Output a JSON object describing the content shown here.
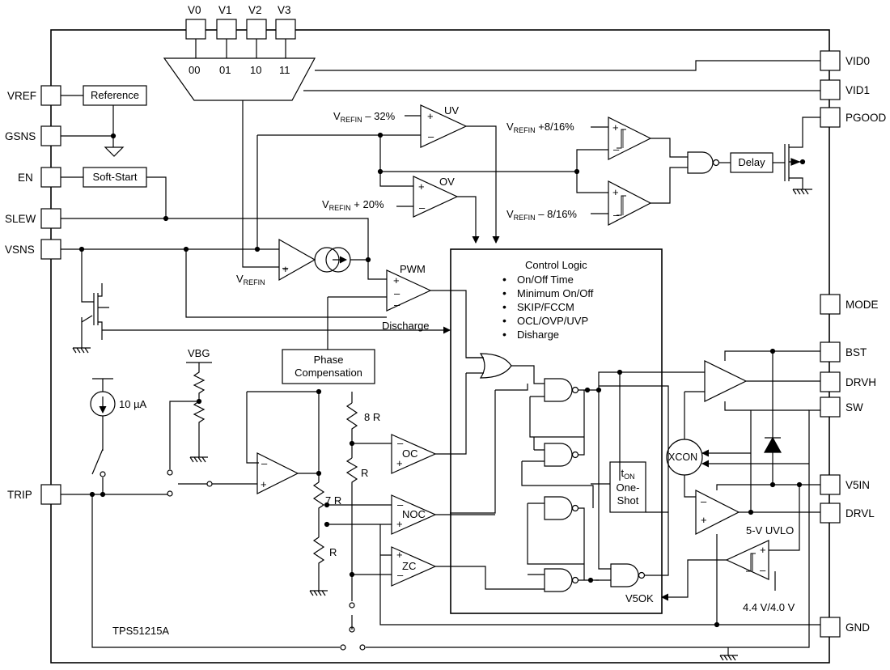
{
  "part_number": "TPS51215A",
  "pins": {
    "left": [
      "VREF",
      "GSNS",
      "EN",
      "SLEW",
      "VSNS",
      "TRIP"
    ],
    "right": [
      "VID0",
      "VID1",
      "PGOOD",
      "MODE",
      "BST",
      "DRVH",
      "SW",
      "V5IN",
      "DRVL",
      "GND"
    ],
    "top": [
      "V0",
      "V1",
      "V2",
      "V3"
    ]
  },
  "mux_codes": [
    "00",
    "01",
    "10",
    "11"
  ],
  "blocks": {
    "reference": "Reference",
    "soft_start": "Soft-Start",
    "delay": "Delay",
    "phase_comp_line1": "Phase",
    "phase_comp_line2": "Compensation",
    "xcon": "XCON",
    "ton_t": "t",
    "ton_sub": "ON",
    "ton_line2": "One-",
    "ton_line3": "Shot",
    "v5ok": "V5OK"
  },
  "control_logic": {
    "title": "Control Logic",
    "items": [
      "On/Off Time",
      "Minimum On/Off",
      "SKIP/FCCM",
      "OCL/OVP/UVP",
      "Disharge"
    ]
  },
  "labels": {
    "uv": "UV",
    "ov": "OV",
    "pwm": "PWM",
    "oc": "OC",
    "noc": "NOC",
    "zc": "ZC",
    "vrefin_v": "V",
    "vrefin_sub": "REFIN",
    "uv_thresh": " – 32%",
    "ov_thresh": " + 20%",
    "pg_hi": " +8/16%",
    "pg_lo": " – 8/16%",
    "discharge": "Discharge",
    "vbg": "VBG",
    "current_src": "10 µA",
    "r8": "8 R",
    "r1": "R",
    "r7": "7 R",
    "r2": "R",
    "uvlo": "5-V UVLO",
    "uvlo_thresh": "4.4 V/4.0 V"
  }
}
